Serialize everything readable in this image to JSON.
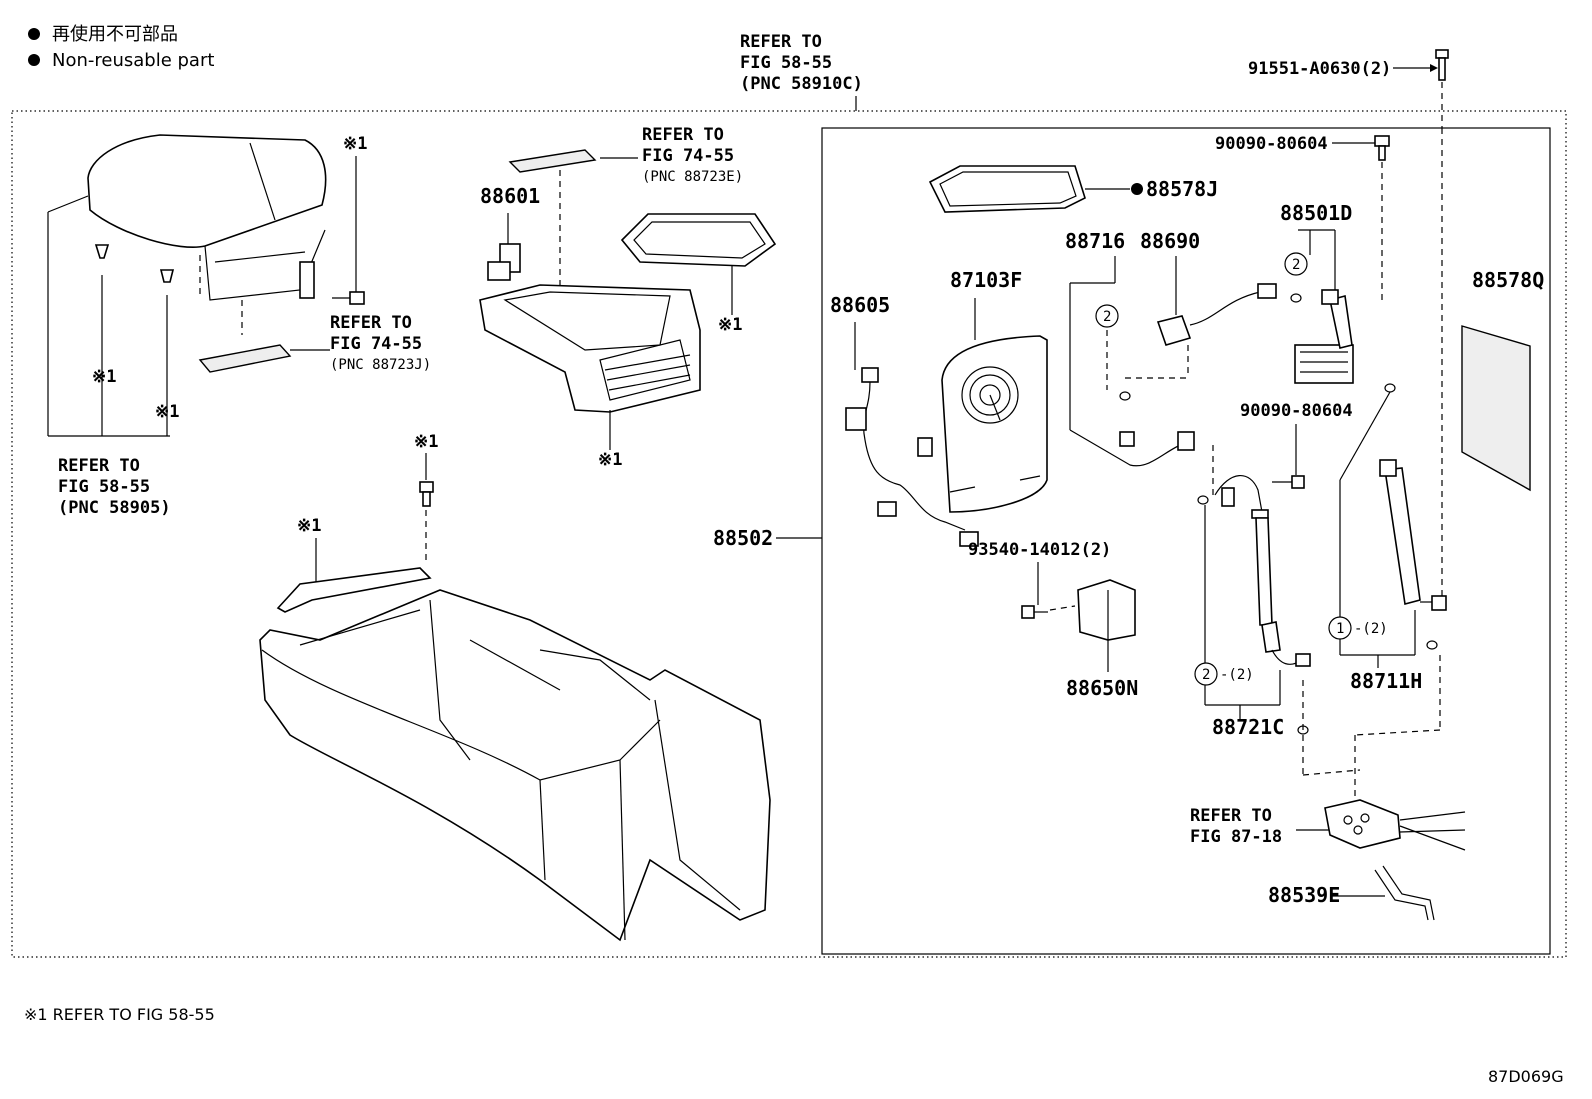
{
  "legend": {
    "jp": "再使用不可部品",
    "en": "Non-reusable part"
  },
  "footnote": "※1 REFER TO FIG 58-55",
  "figure_code": "87D069G",
  "refs": {
    "top_center": [
      "REFER TO",
      "FIG 58-55",
      "(PNC 58910C)"
    ],
    "lid_left": [
      "REFER TO",
      "FIG 58-55",
      "(PNC 58905)"
    ],
    "lid_pad": [
      "REFER TO",
      "FIG 74-55",
      "(PNC 88723J)"
    ],
    "box_pad": [
      "REFER TO",
      "FIG 74-55",
      "(PNC 88723E)"
    ],
    "compressor": [
      "REFER TO",
      "FIG 87-18"
    ]
  },
  "note_mark": "※1",
  "circle_labels": {
    "one": "1",
    "two": "2"
  },
  "qty_suffix": "-(2)",
  "parts": {
    "p91551": "91551-A0630(2)",
    "p90090a": "90090-80604",
    "p90090b": "90090-80604",
    "p88578J": "88578J",
    "p88501D": "88501D",
    "p88716": "88716",
    "p88690": "88690",
    "p88578Q": "88578Q",
    "p87103F": "87103F",
    "p88605": "88605",
    "p88601": "88601",
    "p88502": "88502",
    "p93540": "93540-14012(2)",
    "p88650N": "88650N",
    "p88711H": "88711H",
    "p88721C": "88721C",
    "p88539E": "88539E"
  }
}
